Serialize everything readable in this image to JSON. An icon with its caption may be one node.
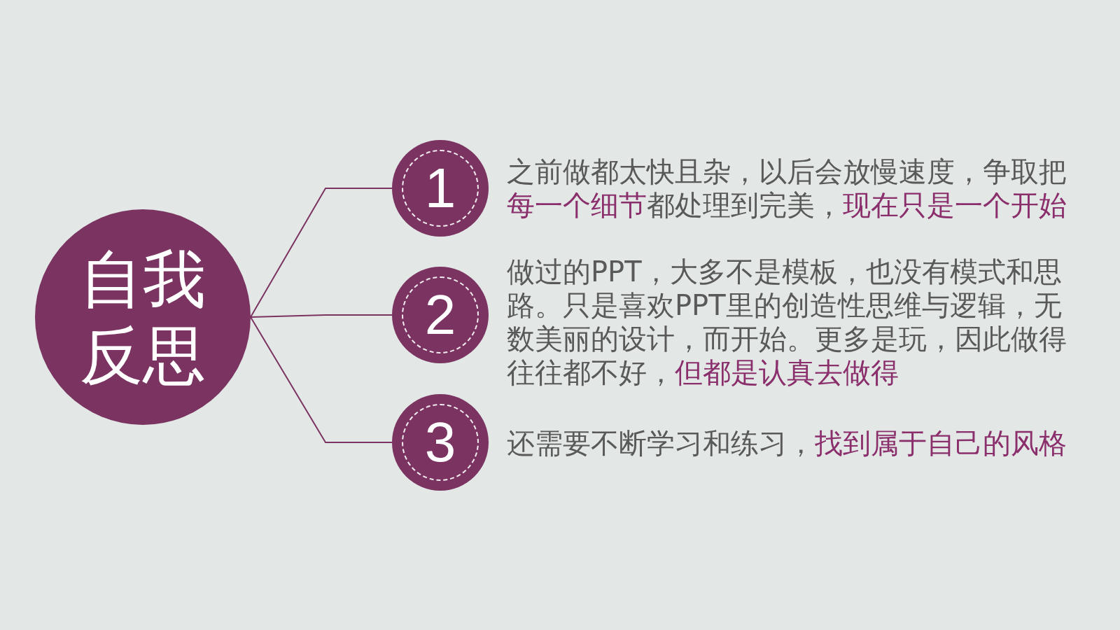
{
  "diagram": {
    "nodes": [
      {
        "text": [
          "自我反思"
        ]
      },
      {
        "text": [
          "1"
        ],
        "beside": [
          "之前做都太快且杂，以后会放慢速度，争取把**每一个细节**都处理到完美，**现在只是一个开始**"
        ]
      },
      {
        "text": [
          "2"
        ],
        "beside": [
          "做过的PPT，大多不是模板，也没有模式和思路。只是喜欢PPT里的创造性思维与逻辑，无数美丽的设计，而开始。更多是玩，因此做得往往都不好，**但都是认真去做得**"
        ]
      },
      {
        "text": [
          "3"
        ],
        "beside": [
          "还需要不断学习和练习，**找到属于自己的风格**"
        ]
      }
    ],
    "edges": [
      {
        "from": 0,
        "to": 1,
        "arrow": "none"
      },
      {
        "from": 0,
        "to": 2,
        "arrow": "none"
      },
      {
        "from": 0,
        "to": 3,
        "arrow": "none"
      }
    ]
  }
}
